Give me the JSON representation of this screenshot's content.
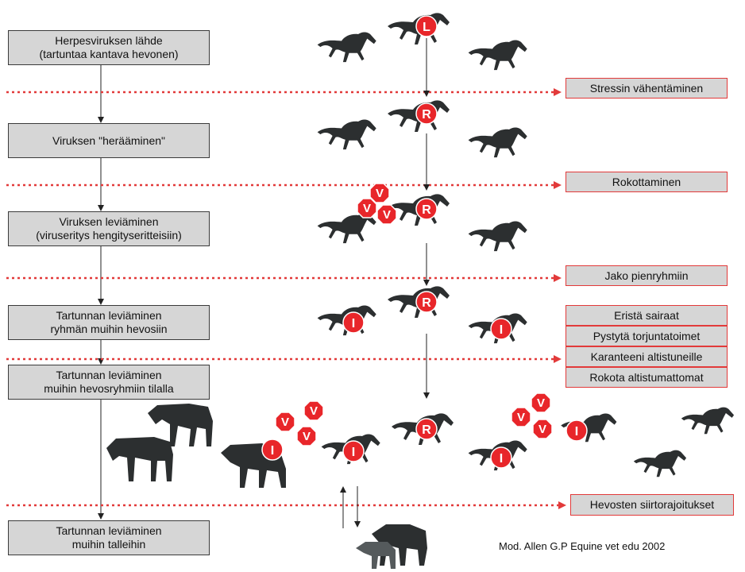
{
  "stages": [
    {
      "lines": [
        "Herpesviruksen lähde",
        "(tartuntaa kantava hevonen)"
      ]
    },
    {
      "lines": [
        "Viruksen \"herääminen\""
      ]
    },
    {
      "lines": [
        "Viruksen leviäminen",
        "(viruseritys hengityseritteisiin)"
      ]
    },
    {
      "lines": [
        "Tartunnan leviäminen",
        "ryhmän muihin hevosiin"
      ]
    },
    {
      "lines": [
        "Tartunnan leviäminen",
        "muihin hevosryhmiin tilalla"
      ]
    },
    {
      "lines": [
        "Tartunnan leviäminen",
        "muihin talleihin"
      ]
    }
  ],
  "measures": [
    "Stressin vähentäminen",
    "Rokottaminen",
    "Jako pienryhmiin",
    "Eristä sairaat",
    "Pystytä torjuntatoimet",
    "Karanteeni altistuneille",
    "Rokota altistumattomat",
    "Hevosten siirtorajoitukset"
  ],
  "badge_letters": {
    "latent": "L",
    "reactivated": "R",
    "virus": "V",
    "infected": "I"
  },
  "colors": {
    "badge": "#e8262a",
    "dotted_line": "#e23a3a",
    "horse": "#2c2f30",
    "stage_box": "#d6d6d6"
  },
  "credit": "Mod. Allen G.P Equine vet edu 2002"
}
